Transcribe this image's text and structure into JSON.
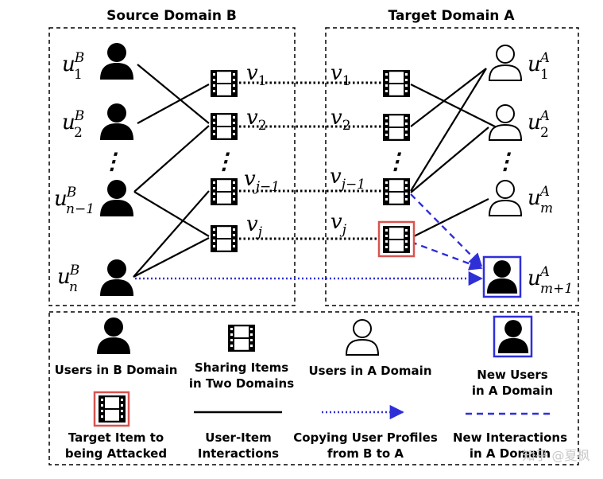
{
  "titles": {
    "source": "Source Domain B",
    "target": "Target Domain A"
  },
  "source_users": [
    {
      "base": "u",
      "sup": "B",
      "sub": "1"
    },
    {
      "base": "u",
      "sup": "B",
      "sub": "2"
    },
    {
      "base": "u",
      "sup": "B",
      "sub": "n−1"
    },
    {
      "base": "u",
      "sup": "B",
      "sub": "n"
    }
  ],
  "source_items": [
    {
      "base": "v",
      "sub": "1"
    },
    {
      "base": "v",
      "sub": "2"
    },
    {
      "base": "v",
      "sub": "j−1"
    },
    {
      "base": "v",
      "sub": "j"
    }
  ],
  "target_items": [
    {
      "base": "v",
      "sub": "1"
    },
    {
      "base": "v",
      "sub": "2"
    },
    {
      "base": "v",
      "sub": "j−1"
    },
    {
      "base": "v",
      "sub": "j"
    }
  ],
  "target_users": [
    {
      "base": "u",
      "sup": "A",
      "sub": "1"
    },
    {
      "base": "u",
      "sup": "A",
      "sub": "2"
    },
    {
      "base": "u",
      "sup": "A",
      "sub": "m"
    },
    {
      "base": "u",
      "sup": "A",
      "sub": "m+1"
    }
  ],
  "ellipsis": "⋮",
  "legend": {
    "users_b": [
      "Users in B Domain"
    ],
    "sharing_items": [
      "Sharing Items",
      "in Two Domains"
    ],
    "users_a": [
      "Users in A Domain"
    ],
    "new_users": [
      "New Users",
      "in A Domain"
    ],
    "target_item": [
      "Target Item to",
      "being Attacked"
    ],
    "interactions": [
      "User-Item",
      "Interactions"
    ],
    "copying": [
      "Copying User Profiles",
      "from B to A"
    ],
    "new_interactions": [
      "New Interactions",
      "in A Domain"
    ]
  },
  "watermark": "知乎 @夏枫",
  "colors": {
    "blue": "#2f2fd8",
    "red_box": "#d9534f",
    "line": "#000000"
  }
}
